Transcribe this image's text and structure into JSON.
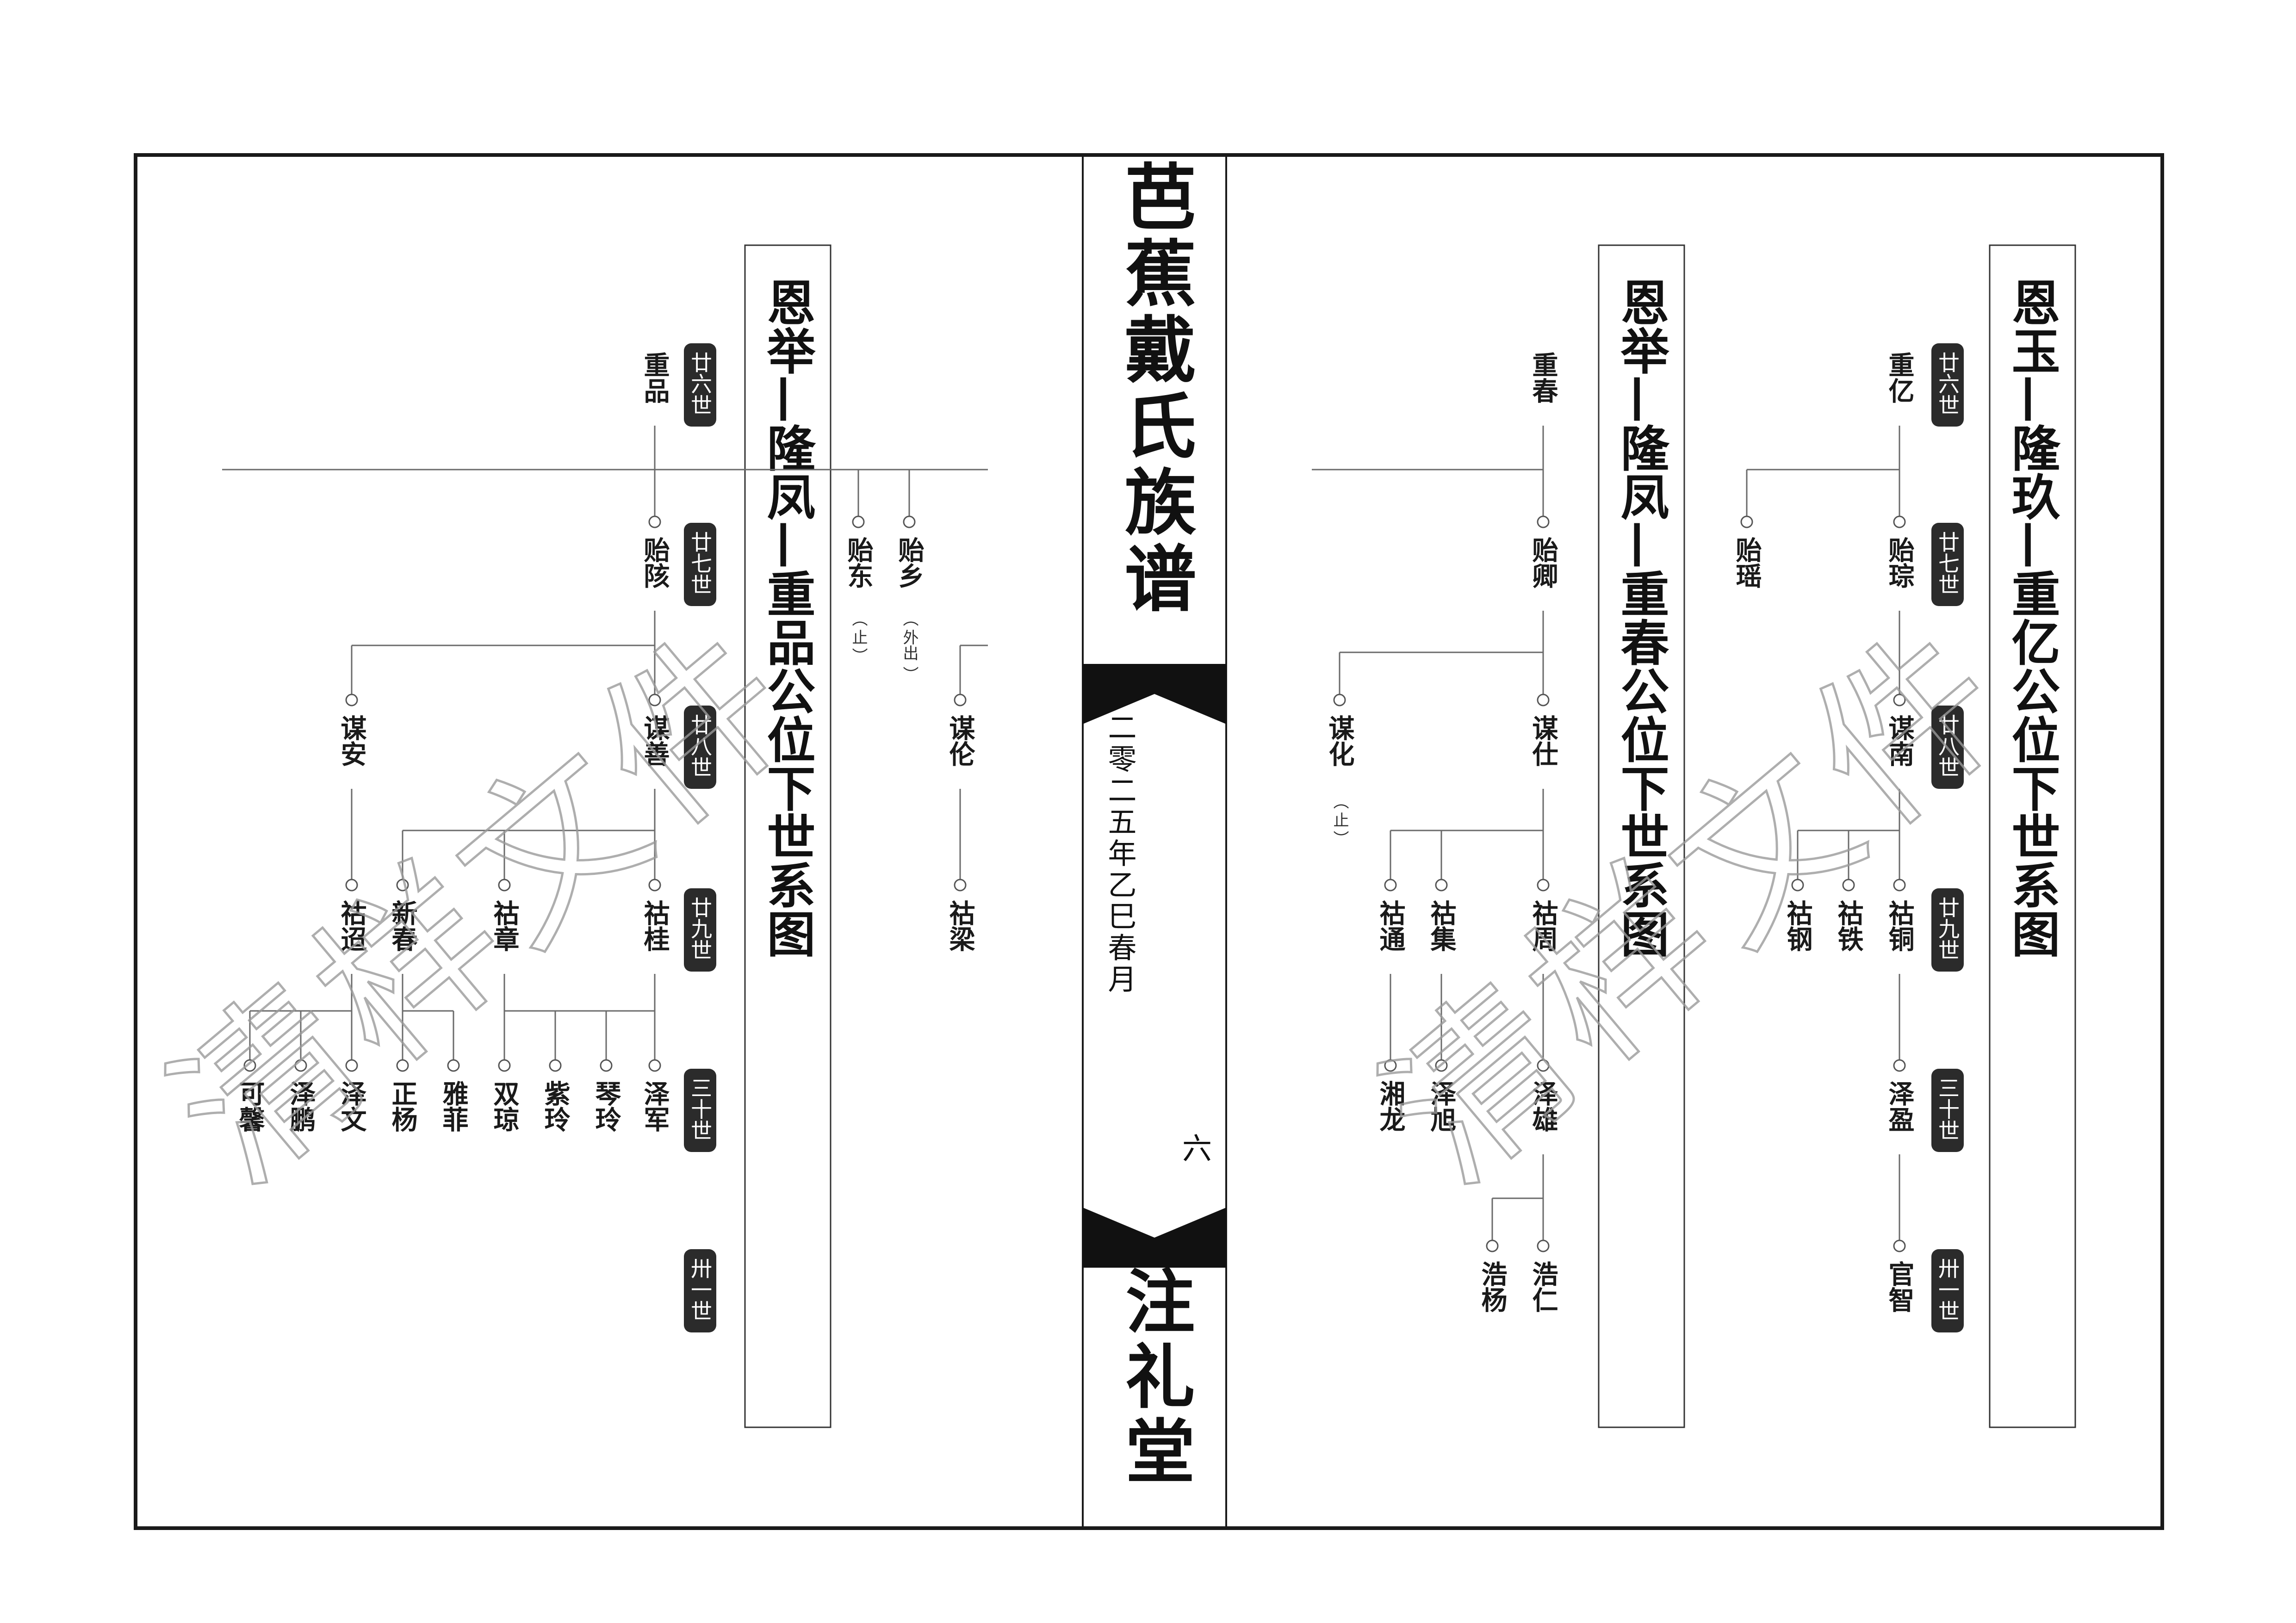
{
  "spine": {
    "title": "芭蕉戴氏族谱",
    "date": "二零二五年乙巳春月",
    "page_number": "六",
    "hall": "注礼堂"
  },
  "watermark": "清样文件",
  "generations": [
    "廿六世",
    "廿七世",
    "廿八世",
    "廿九世",
    "三十世",
    "卅一世"
  ],
  "panels": [
    {
      "id": "left",
      "title": "恩举—隆凤—重品公位下世系图",
      "people": {
        "p26": "重品",
        "p27a": "贻陔",
        "p27b": "贻东",
        "p27c": "贻乡",
        "p28a": "谋安",
        "p28b": "谋善",
        "p28c": "谋伦",
        "p29a": "祜迢",
        "p29b": "新春",
        "p29c": "祜章",
        "p29d": "祜桂",
        "p29e": "祜梁",
        "p30a": "可馨",
        "p30b": "泽鹏",
        "p30c": "泽文",
        "p30d": "正杨",
        "p30e": "雅菲",
        "p30f": "双琼",
        "p30g": "紫玲",
        "p30h": "琴玲",
        "p30i": "泽军"
      },
      "notes": {
        "n_dong": "止",
        "n_xiang": "外出"
      }
    },
    {
      "id": "middle",
      "title": "恩举—隆凤—重春公位下世系图",
      "people": {
        "p26": "重春",
        "p27": "贻卿",
        "p28a": "谋化",
        "p28b": "谋仕",
        "p29a": "祜通",
        "p29b": "祜集",
        "p29c": "祜周",
        "p30a": "湘龙",
        "p30b": "泽旭",
        "p30c": "泽雄",
        "p31a": "浩杨",
        "p31b": "浩仁"
      },
      "notes": {
        "n_hua": "止"
      }
    },
    {
      "id": "right",
      "title": "恩玉—隆玖—重亿公位下世系图",
      "people": {
        "p26": "重亿",
        "p27a": "贻瑶",
        "p27b": "贻琮",
        "p28": "谋南",
        "p29a": "祜钢",
        "p29b": "祜铁",
        "p29c": "祜铜",
        "p30": "泽盈",
        "p31": "官智"
      }
    }
  ],
  "colors": {
    "ink": "#1a1a1a",
    "badge": "#2b2b2b",
    "badge_text": "#ffffff",
    "line": "#6a6a6a",
    "watermark": "#c8c8c8"
  }
}
